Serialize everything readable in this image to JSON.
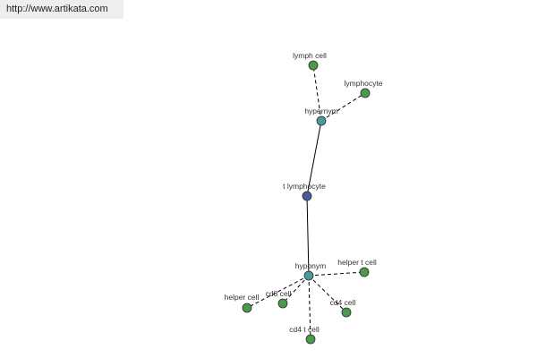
{
  "watermark": "http://www.artikata.com",
  "colors": {
    "center_node": "#4a5a9a",
    "relation_node": "#4a9a9a",
    "leaf_node": "#4a9a4a",
    "watermark_bg": "#eeeeee"
  },
  "nodes": [
    {
      "id": "t_lymphocyte",
      "label": "t lymphocyte",
      "kind": "center"
    },
    {
      "id": "hypernym",
      "label": "hypernym",
      "kind": "relation"
    },
    {
      "id": "hyponym",
      "label": "hyponym",
      "kind": "relation"
    },
    {
      "id": "lymph_cell",
      "label": "lymph cell",
      "kind": "leaf"
    },
    {
      "id": "lymphocyte",
      "label": "lymphocyte",
      "kind": "leaf"
    },
    {
      "id": "helper_t_cell",
      "label": "helper t cell",
      "kind": "leaf"
    },
    {
      "id": "helper_cell",
      "label": "helper cell",
      "kind": "leaf"
    },
    {
      "id": "cd8_cell",
      "label": "cd8 cell",
      "kind": "leaf"
    },
    {
      "id": "cd4_cell",
      "label": "cd4 cell",
      "kind": "leaf"
    },
    {
      "id": "cd4_t_cell",
      "label": "cd4 t cell",
      "kind": "leaf"
    }
  ],
  "edges": [
    {
      "from": "t_lymphocyte",
      "to": "hypernym",
      "style": "solid"
    },
    {
      "from": "t_lymphocyte",
      "to": "hyponym",
      "style": "solid"
    },
    {
      "from": "hypernym",
      "to": "lymph_cell",
      "style": "dashed"
    },
    {
      "from": "hypernym",
      "to": "lymphocyte",
      "style": "dashed"
    },
    {
      "from": "hyponym",
      "to": "helper_t_cell",
      "style": "dashed"
    },
    {
      "from": "hyponym",
      "to": "helper_cell",
      "style": "dashed"
    },
    {
      "from": "hyponym",
      "to": "cd8_cell",
      "style": "dashed"
    },
    {
      "from": "hyponym",
      "to": "cd4_cell",
      "style": "dashed"
    },
    {
      "from": "hyponym",
      "to": "cd4_t_cell",
      "style": "dashed"
    }
  ]
}
